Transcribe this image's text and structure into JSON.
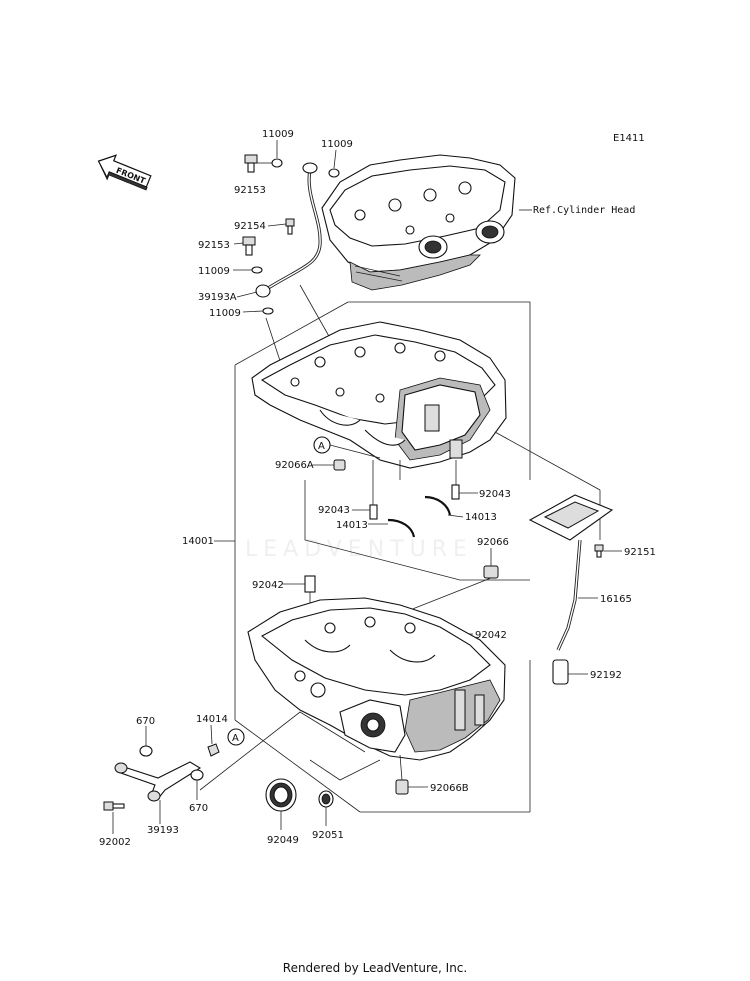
{
  "diagram_code": "E1411",
  "front_label": "FRONT",
  "ref_text": "Ref.Cylinder Head",
  "callout_letter": "A",
  "watermark": "LEADVENTURE",
  "footer": "Rendered by LeadVenture, Inc.",
  "parts": {
    "p11009_top_a": "11009",
    "p11009_top_b": "11009",
    "p92153_top": "92153",
    "p92154": "92154",
    "p92153_mid": "92153",
    "p11009_mid": "11009",
    "p39193A": "39193A",
    "p11009_low": "11009",
    "p92066A": "92066A",
    "p92043_right": "92043",
    "p92043_left": "92043",
    "p14013_right": "14013",
    "p14013_left": "14013",
    "p14001": "14001",
    "p92066": "92066",
    "p92042_top": "92042",
    "p92042_right": "92042",
    "p92151": "92151",
    "p16165": "16165",
    "p92192": "92192",
    "p670_top": "670",
    "p14014": "14014",
    "p670_low": "670",
    "p39193": "39193",
    "p92002": "92002",
    "p92049": "92049",
    "p92051": "92051",
    "p92066B": "92066B"
  }
}
